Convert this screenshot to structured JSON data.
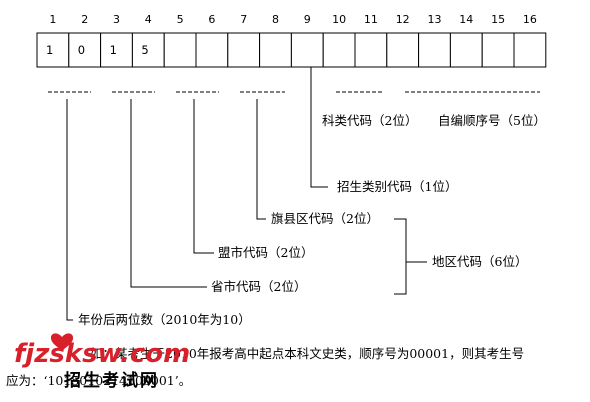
{
  "column_numbers": [
    "1",
    "2",
    "3",
    "4",
    "5",
    "6",
    "7",
    "8",
    "9",
    "10",
    "11",
    "12",
    "13",
    "14",
    "15",
    "16"
  ],
  "cell_values": [
    "1",
    "0",
    "1",
    "5",
    "",
    "",
    "",
    "",
    "",
    "",
    "",
    "",
    "",
    "",
    "",
    ""
  ],
  "labels": {
    "subject": "科类代码（2位）",
    "sequence": "自编顺序号（5位）",
    "category": "招生类别代码（1位）",
    "county": "旗县区代码（2位）",
    "league_city": "盟市代码（2位）",
    "province": "省市代码（2位）",
    "region": "地区代码（6位）",
    "year": "年份后两位数（2010年为10）"
  },
  "note": {
    "line1": "如：某考生于2010年报考高中起点本科文史类，顺序号为00001，则其考生号",
    "line2": "应为：‘1015010214100001’。"
  },
  "watermark": {
    "top": "fjzsksw.com",
    "bottom": "招生考试网"
  }
}
